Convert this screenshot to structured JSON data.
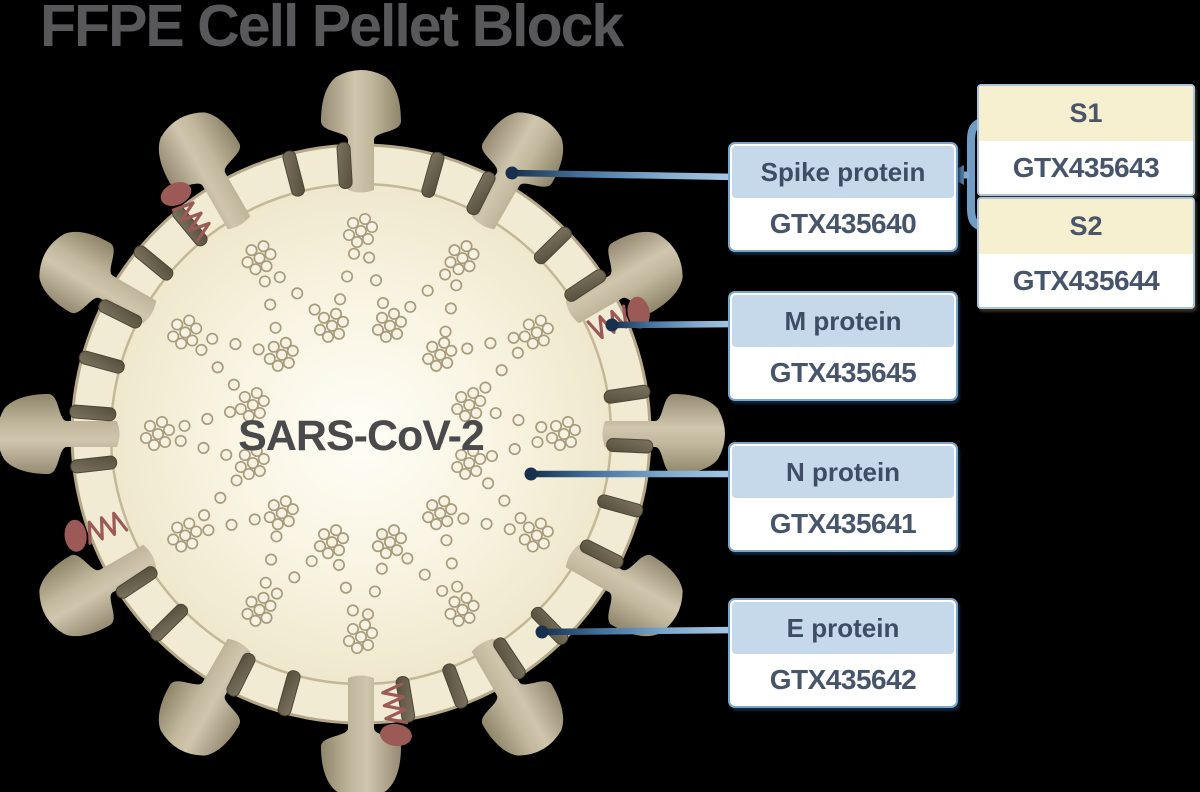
{
  "title": "FFPE Cell Pellet Block",
  "virus": {
    "label": "SARS-CoV-2"
  },
  "callouts": [
    {
      "id": "spike-protein",
      "label": "Spike protein",
      "catalog": "GTX435640"
    },
    {
      "id": "m-protein",
      "label": "M protein",
      "catalog": "GTX435645"
    },
    {
      "id": "n-protein",
      "label": "N protein",
      "catalog": "GTX435641"
    },
    {
      "id": "e-protein",
      "label": "E protein",
      "catalog": "GTX435642"
    }
  ],
  "spike_subunits": [
    {
      "id": "s1",
      "label": "S1",
      "catalog": "GTX435643"
    },
    {
      "id": "s2",
      "label": "S2",
      "catalog": "GTX435644"
    }
  ],
  "colors": {
    "background": "#000000",
    "title_text": "#58585a",
    "callout_border": "#7ba6ca",
    "callout_header_fill": "#c5d9ea",
    "callout_text": "#3e4d63",
    "subunit_header_fill": "#f6f0d1",
    "leader_dark": "#16304d",
    "leader_light": "#a9cbe6",
    "virion_envelope": "#f2ebd4",
    "virion_spike": "#b0a68c",
    "squiggle_maroon": "#9c5a57",
    "stub_olive": "#6b624f"
  }
}
